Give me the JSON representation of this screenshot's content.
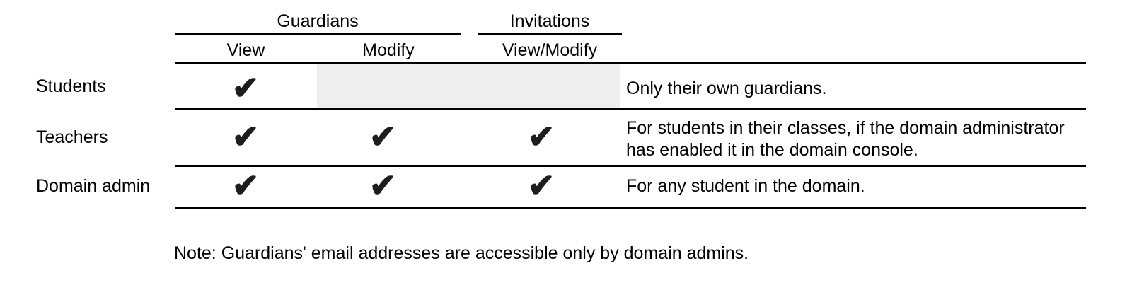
{
  "table": {
    "column_groups": [
      {
        "label": "Guardians",
        "columns": [
          "View",
          "Modify"
        ]
      },
      {
        "label": "Invitations",
        "columns": [
          "View/Modify"
        ]
      }
    ],
    "check_symbol": "✔",
    "rows": [
      {
        "label": "Students",
        "permissions": {
          "guardians_view": true,
          "guardians_modify": false,
          "invitations_view_modify": false
        },
        "note": "Only their own guardians."
      },
      {
        "label": "Teachers",
        "permissions": {
          "guardians_view": true,
          "guardians_modify": true,
          "invitations_view_modify": true
        },
        "note": "For students in their classes, if the domain administrator has enabled it in the domain console."
      },
      {
        "label": "Domain admin",
        "permissions": {
          "guardians_view": true,
          "guardians_modify": true,
          "invitations_view_modify": true
        },
        "note": "For any student in the domain."
      }
    ]
  },
  "footnote": "Note: Guardians' email addresses are accessible only by domain admins.",
  "colors": {
    "background": "#ffffff",
    "text": "#000000",
    "rule": "#000000",
    "shaded_cell": "#efefef",
    "check": "#1d1d1d"
  }
}
